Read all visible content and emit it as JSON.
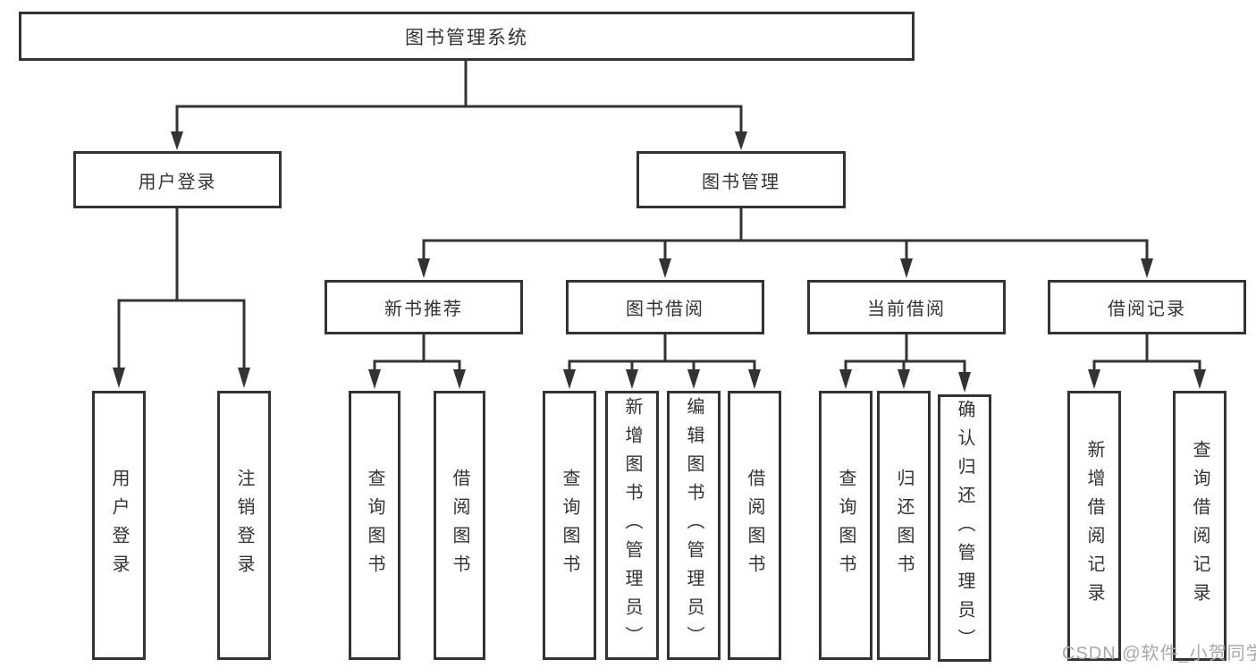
{
  "title": "图书管理系统",
  "tree": {
    "root": "图书管理系统",
    "user_login": {
      "label": "用户登录",
      "children": [
        "用户登录",
        "注销登录"
      ]
    },
    "book_management": {
      "label": "图书管理",
      "sections": [
        {
          "label": "新书推荐",
          "children": [
            "查询图书",
            "借阅图书"
          ]
        },
        {
          "label": "图书借阅",
          "children": [
            "查询图书",
            "新增图书（管理员）",
            "编辑图书（管理员）",
            "借阅图书"
          ]
        },
        {
          "label": "当前借阅",
          "children": [
            "查询图书",
            "归还图书",
            "确认归还（管理员）"
          ]
        },
        {
          "label": "借阅记录",
          "children": [
            "新增借阅记录",
            "查询借阅记录"
          ]
        }
      ]
    }
  },
  "watermark": "CSDN @软件_小贺同学",
  "colors": {
    "line": "#333333",
    "box_border": "#333333",
    "text": "#333333",
    "watermark": "#a8a8a8",
    "background": "#ffffff"
  }
}
